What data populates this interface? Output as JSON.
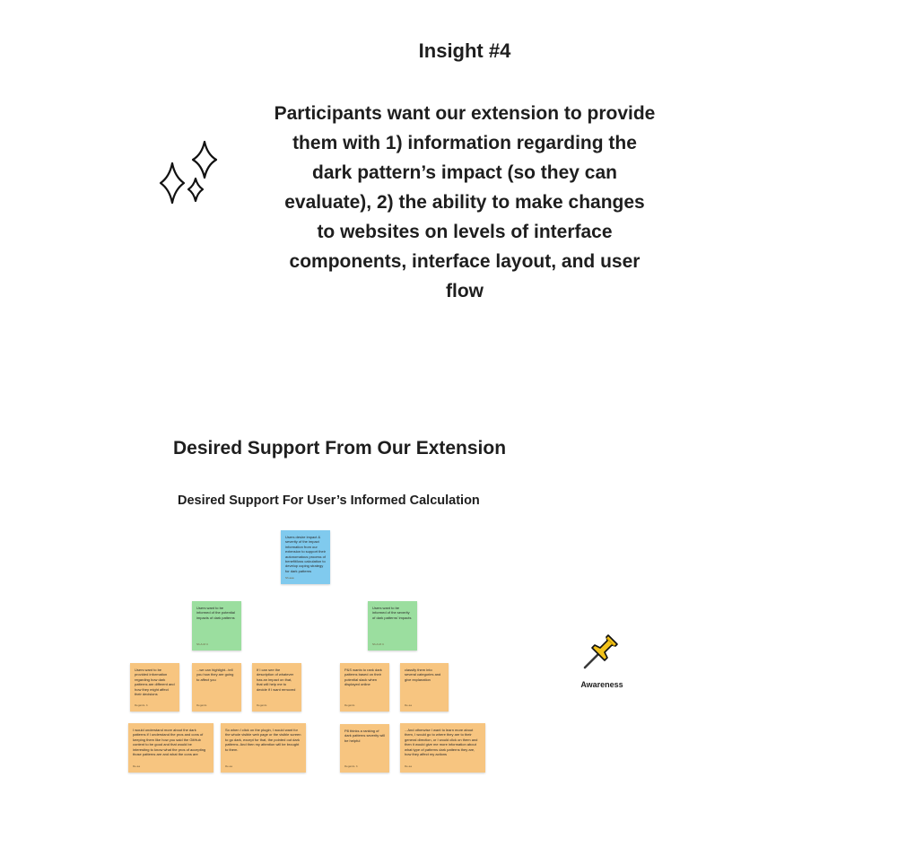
{
  "insight": {
    "title": "Insight #4",
    "lines": [
      "Participants want our extension to provide",
      "them with 1) information regarding the",
      "dark pattern’s impact (so they can",
      "evaluate), 2) the ability to make changes",
      "to websites on levels of interface",
      "components, interface layout, and user",
      "flow"
    ]
  },
  "section": {
    "title": "Desired Support From Our Extension",
    "subtitle": "Desired Support For User’s Informed Calculation"
  },
  "notes": {
    "root": {
      "text": "Users desire impact & severity of the impact information from our extension to support their autonomatous process of benefit/loss calculation to develop coping strategy for dark patterns",
      "author": "Sh.aaa"
    },
    "green_left": {
      "text": "Users want to be informed of the potential impacts of dark patterns",
      "author": "Sh.A.M. b"
    },
    "green_right": {
      "text": "Users want to be informed of the severity of dark patterns' impacts",
      "author": "Sh.A.M. b"
    },
    "o1": {
      "text": "Users want to be provided information regarding how dark patterns are different and how they might affect their decisions",
      "author": "Regards. b"
    },
    "o2": {
      "text": "...we can highlight...tell you how they are going to affect you",
      "author": "Regards"
    },
    "o3": {
      "text": "If I can see the description of whatever has an impact on that, that will help me to decide if I want removed",
      "author": "Regards"
    },
    "o4": {
      "text": "P&S wants to rank dark patterns based on their potential slack when displayed online",
      "author": "Regards"
    },
    "o5": {
      "text": "classify them into several categories and give explanation",
      "author": "Re.aa"
    },
    "o6": {
      "text": "I would understand more about the dark patterns if I understand the pros and cons of keeping them like how you said the GitHub content to be good and that would be interesting to know what the pros of accepting those patterns are and what the cons are",
      "author": "Re.aa"
    },
    "o7": {
      "text": "So when I click on the plugin, I would want for the whole visible web page or the visible screen to go dark, except for that, the pointed out dark patterns. And then my attention will be brought to them.",
      "author": "Re.aa"
    },
    "o8": {
      "text": "P8 thinks a ranking of dark patterns severity will be helpful",
      "author": "Regards. b"
    },
    "o9": {
      "text": "...And otherwise I want to learn more about them, I would go to where they are to their general direction, or I would click on them and then it would give me more information about what type of patterns dark patterns they are, how they affect my actions",
      "author": "Re.aa"
    }
  },
  "pin": {
    "icon": "pushpin-icon",
    "label": "Awareness"
  },
  "decoration": {
    "icon": "sparkles-icon"
  },
  "colors": {
    "blue": "#80caee",
    "green": "#9bde9f",
    "orange": "#f7c580",
    "text": "#1e1e1e"
  }
}
